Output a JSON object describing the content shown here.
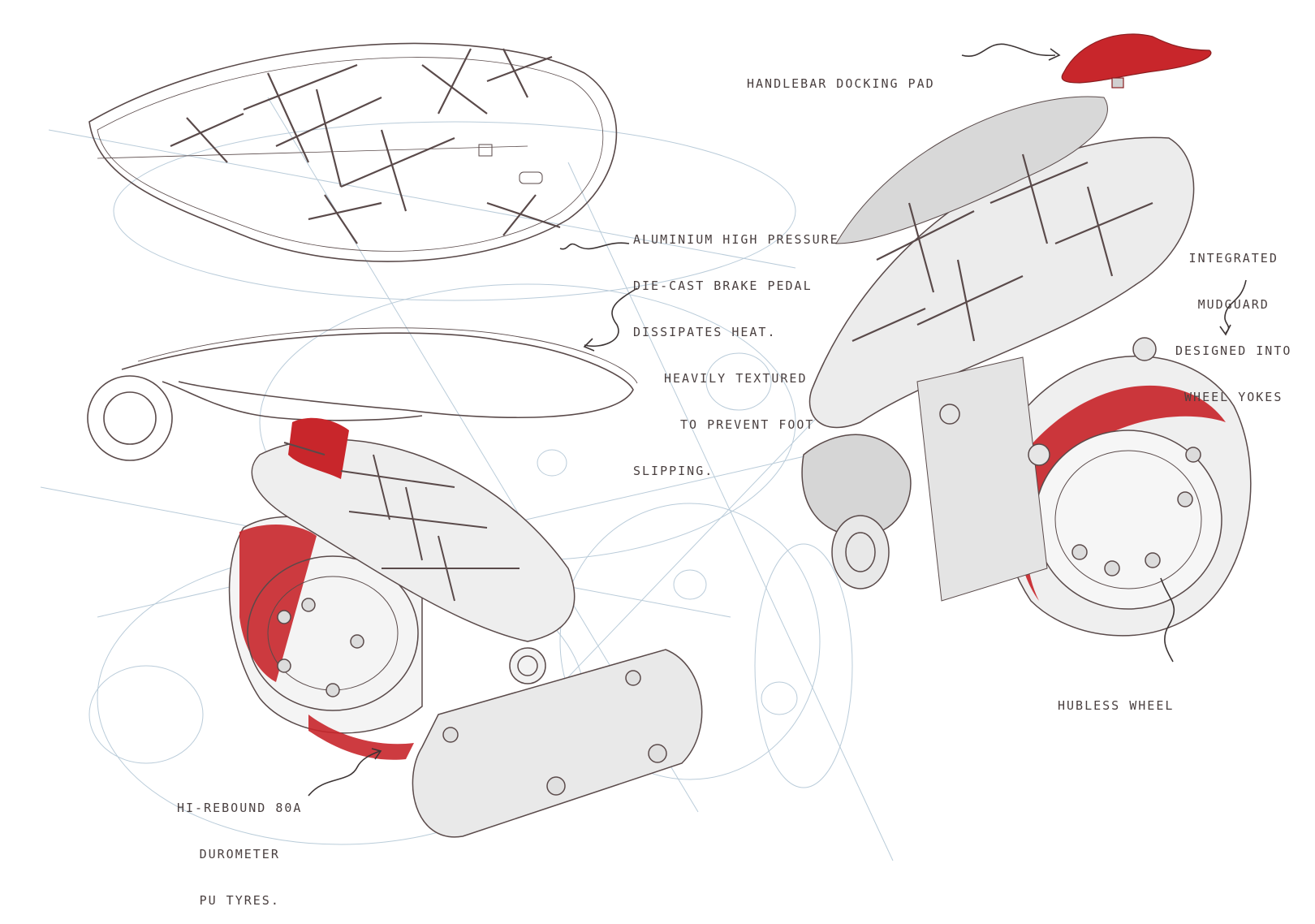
{
  "annotations": {
    "handlebar_pad": "Handlebar docking pad",
    "brake_pedal": [
      "Aluminium high pressure",
      "die-cast brake pedal",
      "dissipates heat.",
      "Heavily textured",
      "to prevent foot",
      "slipping."
    ],
    "mudguard": [
      "Integrated",
      "mudguard",
      "designed into",
      "wheel yokes"
    ],
    "hubless_wheel": "Hubless wheel",
    "tyres": [
      "Hi-rebound 80A",
      "durometer",
      "PU tyres."
    ]
  },
  "colors": {
    "accent_red": "#c8262b",
    "sketch_line": "#5a4a4a",
    "construction_line": "#a8bfd0",
    "shade": "#d6d6d6"
  }
}
